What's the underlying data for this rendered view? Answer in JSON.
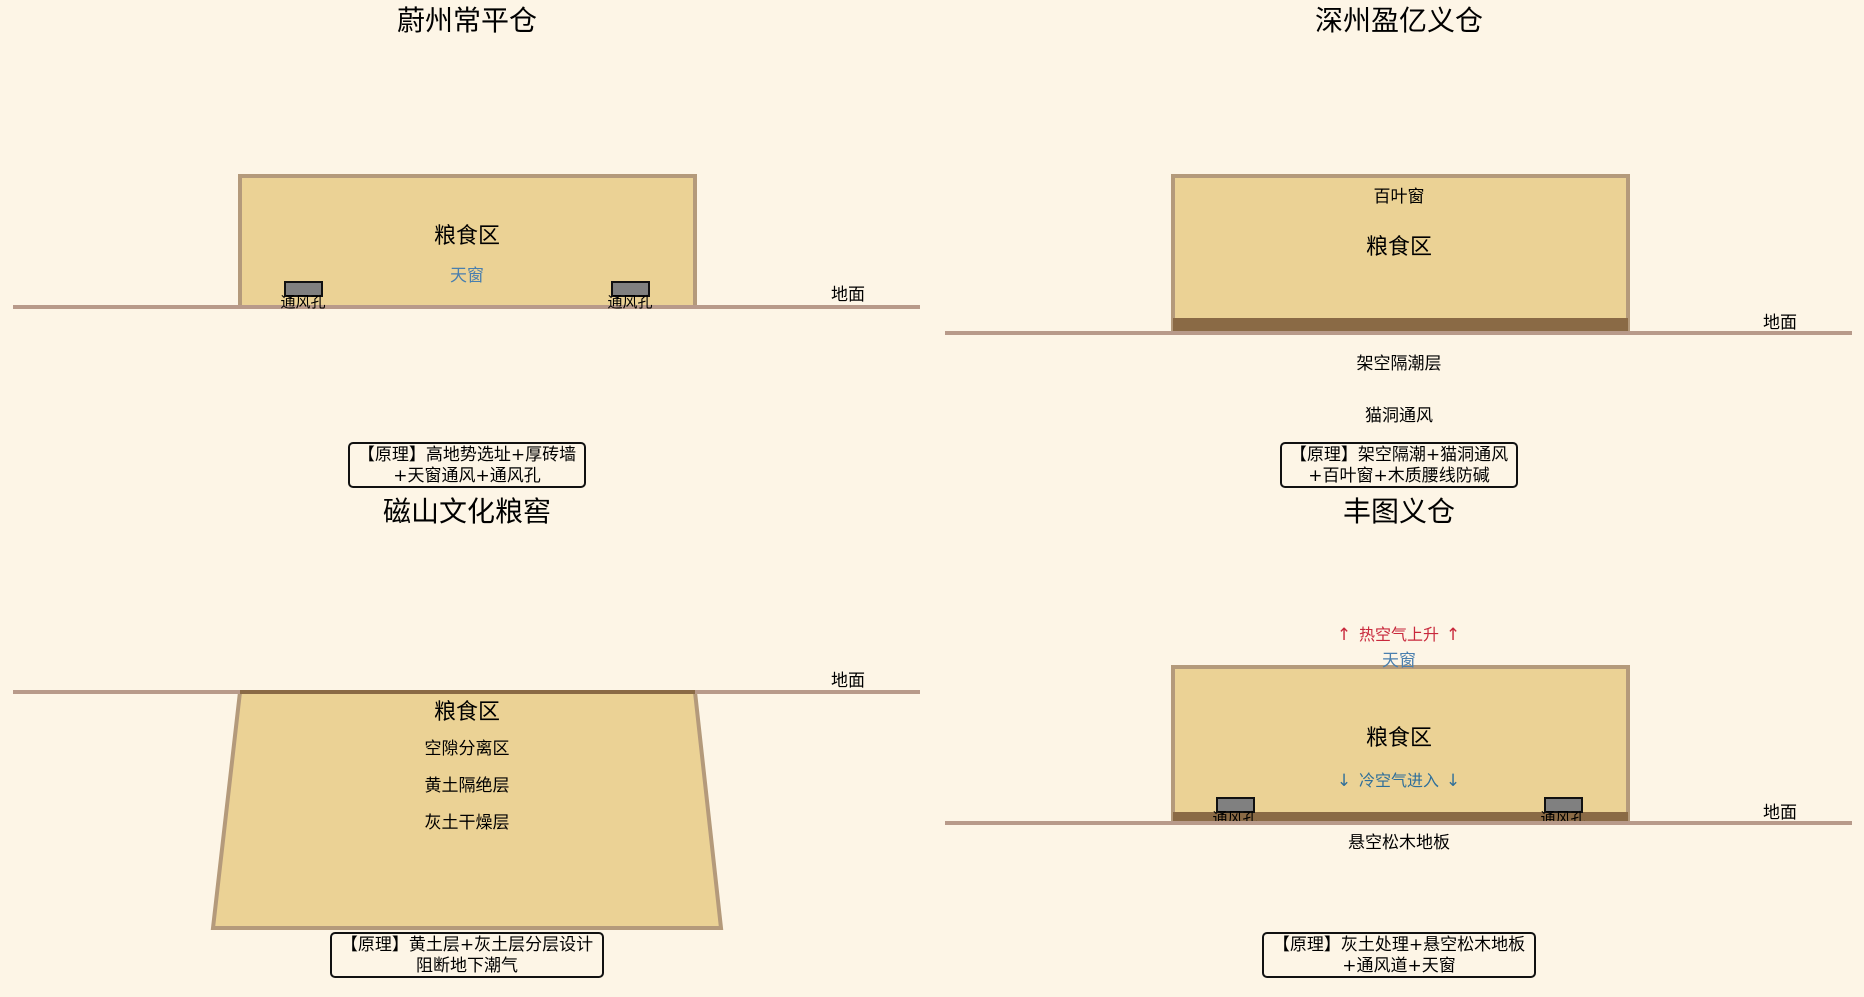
{
  "colors": {
    "background": "#fdf5e6",
    "granary_fill": "#ebd295",
    "granary_border": "#b49a7b",
    "ground_line": "#b89a8a",
    "floor_dark": "#8a6a45",
    "vent_fill": "#808080",
    "skylight_text": "#4a7fae",
    "hot_air": "#c8283c",
    "cold_air": "#2f6f9a"
  },
  "panels": [
    {
      "title": "蔚州常平仓",
      "grain_label": "粮食区",
      "skylight_label": "天窗",
      "vent_left": "通风孔",
      "vent_right": "通风孔",
      "ground_label": "地面",
      "principle": [
        "【原理】高地势选址+厚砖墙",
        "+天窗通风+通风孔"
      ]
    },
    {
      "title": "深州盈亿义仓",
      "louver_label": "百叶窗",
      "grain_label": "粮食区",
      "ground_label": "地面",
      "raised_label": "架空隔潮层",
      "cathole_label": "猫洞通风",
      "principle": [
        "【原理】架空隔潮+猫洞通风",
        "+百叶窗+木质腰线防碱"
      ]
    },
    {
      "title": "磁山文化粮窖",
      "ground_label": "地面",
      "grain_label": "粮食区",
      "layers": [
        "空隙分离区",
        "黄土隔绝层",
        "灰土干燥层"
      ],
      "principle": [
        "【原理】黄土层+灰土层分层设计",
        "阻断地下潮气"
      ]
    },
    {
      "title": "丰图义仓",
      "hot_air_label": "热空气上升",
      "up_arrow": "↑",
      "skylight_label": "天窗",
      "grain_label": "粮食区",
      "cold_air_label": "冷空气进入",
      "down_arrow": "↓",
      "vent_left": "通风孔",
      "vent_right": "通风孔",
      "ground_label": "地面",
      "floor_label": "悬空松木地板",
      "principle": [
        "【原理】灰土处理+悬空松木地板",
        "+通风道+天窗"
      ]
    }
  ]
}
